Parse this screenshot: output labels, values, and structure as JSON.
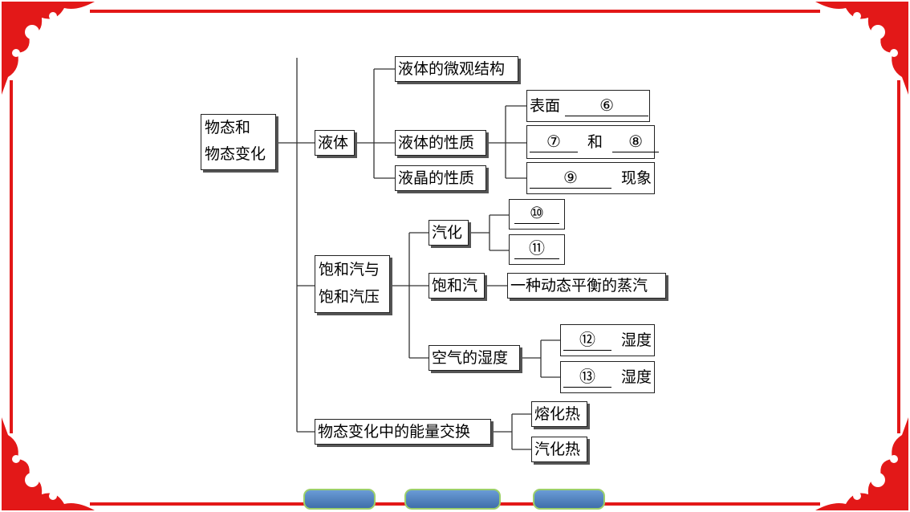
{
  "colors": {
    "frame": "#e31818",
    "line": "#333333",
    "nav_button": "#4a7cc0",
    "nav_button_border": "#9ccf6a"
  },
  "diagram": {
    "root": {
      "line1": "物态和",
      "line2": "物态变化"
    },
    "liquid": {
      "label": "液体",
      "micro": "液体的微观结构",
      "property": "液体的性质",
      "crystal": "液晶的性质",
      "surface": {
        "prefix": "表面",
        "blank": "⑥"
      },
      "pair": {
        "blank1": "⑦",
        "joiner": "和",
        "blank2": "⑧"
      },
      "phenomenon": {
        "blank": "⑨",
        "suffix": "现象"
      }
    },
    "vapor": {
      "line1": "饱和汽与",
      "line2": "饱和汽压",
      "vaporize": "汽化",
      "vaporize_kinds": [
        "⑩",
        "⑪"
      ],
      "saturated": "饱和汽",
      "saturated_desc": "一种动态平衡的蒸汽",
      "humidity": "空气的湿度",
      "humidity_kinds": [
        {
          "blank": "⑫",
          "suffix": "湿度"
        },
        {
          "blank": "⑬",
          "suffix": "湿度"
        }
      ]
    },
    "energy": {
      "label": "物态变化中的能量交换",
      "heats": [
        "熔化热",
        "汽化热"
      ]
    }
  },
  "nav_buttons": 3
}
